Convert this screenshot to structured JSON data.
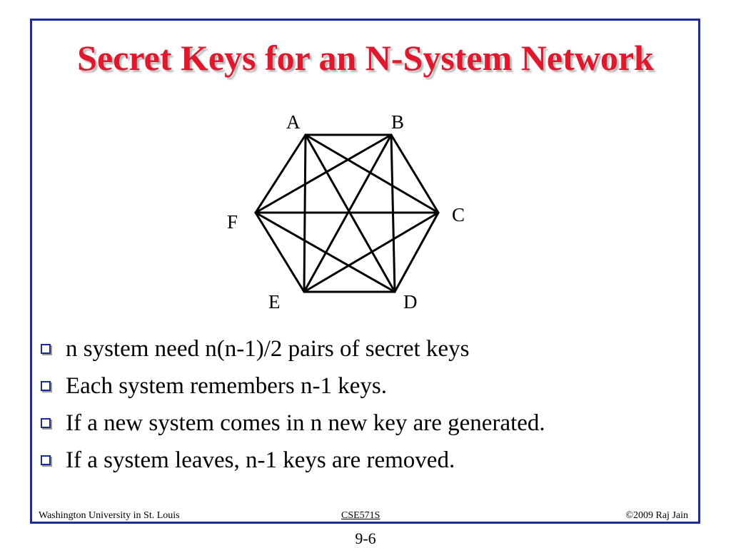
{
  "slide": {
    "title": "Secret Keys for an N-System Network"
  },
  "diagram": {
    "nodes": [
      {
        "id": "A",
        "label": "A"
      },
      {
        "id": "B",
        "label": "B"
      },
      {
        "id": "C",
        "label": "C"
      },
      {
        "id": "D",
        "label": "D"
      },
      {
        "id": "E",
        "label": "E"
      },
      {
        "id": "F",
        "label": "F"
      }
    ],
    "edges": [
      [
        "A",
        "B"
      ],
      [
        "A",
        "C"
      ],
      [
        "A",
        "D"
      ],
      [
        "A",
        "E"
      ],
      [
        "A",
        "F"
      ],
      [
        "B",
        "C"
      ],
      [
        "B",
        "D"
      ],
      [
        "B",
        "E"
      ],
      [
        "B",
        "F"
      ],
      [
        "C",
        "D"
      ],
      [
        "C",
        "E"
      ],
      [
        "C",
        "F"
      ],
      [
        "D",
        "E"
      ],
      [
        "D",
        "F"
      ],
      [
        "E",
        "F"
      ]
    ]
  },
  "bullets": [
    "n system need n(n-1)/2 pairs of secret keys",
    "Each system remembers n-1 keys.",
    "If a new system comes in n new key are generated.",
    "If a system leaves, n-1 keys are removed."
  ],
  "footer": {
    "left": "Washington University in St. Louis",
    "center": "CSE571S",
    "right": "©2009 Raj Jain"
  },
  "page_number": "9-6",
  "colors": {
    "title": "#e0182d",
    "frame": "#1a2c9a",
    "bullet": "#1a2c9a"
  }
}
